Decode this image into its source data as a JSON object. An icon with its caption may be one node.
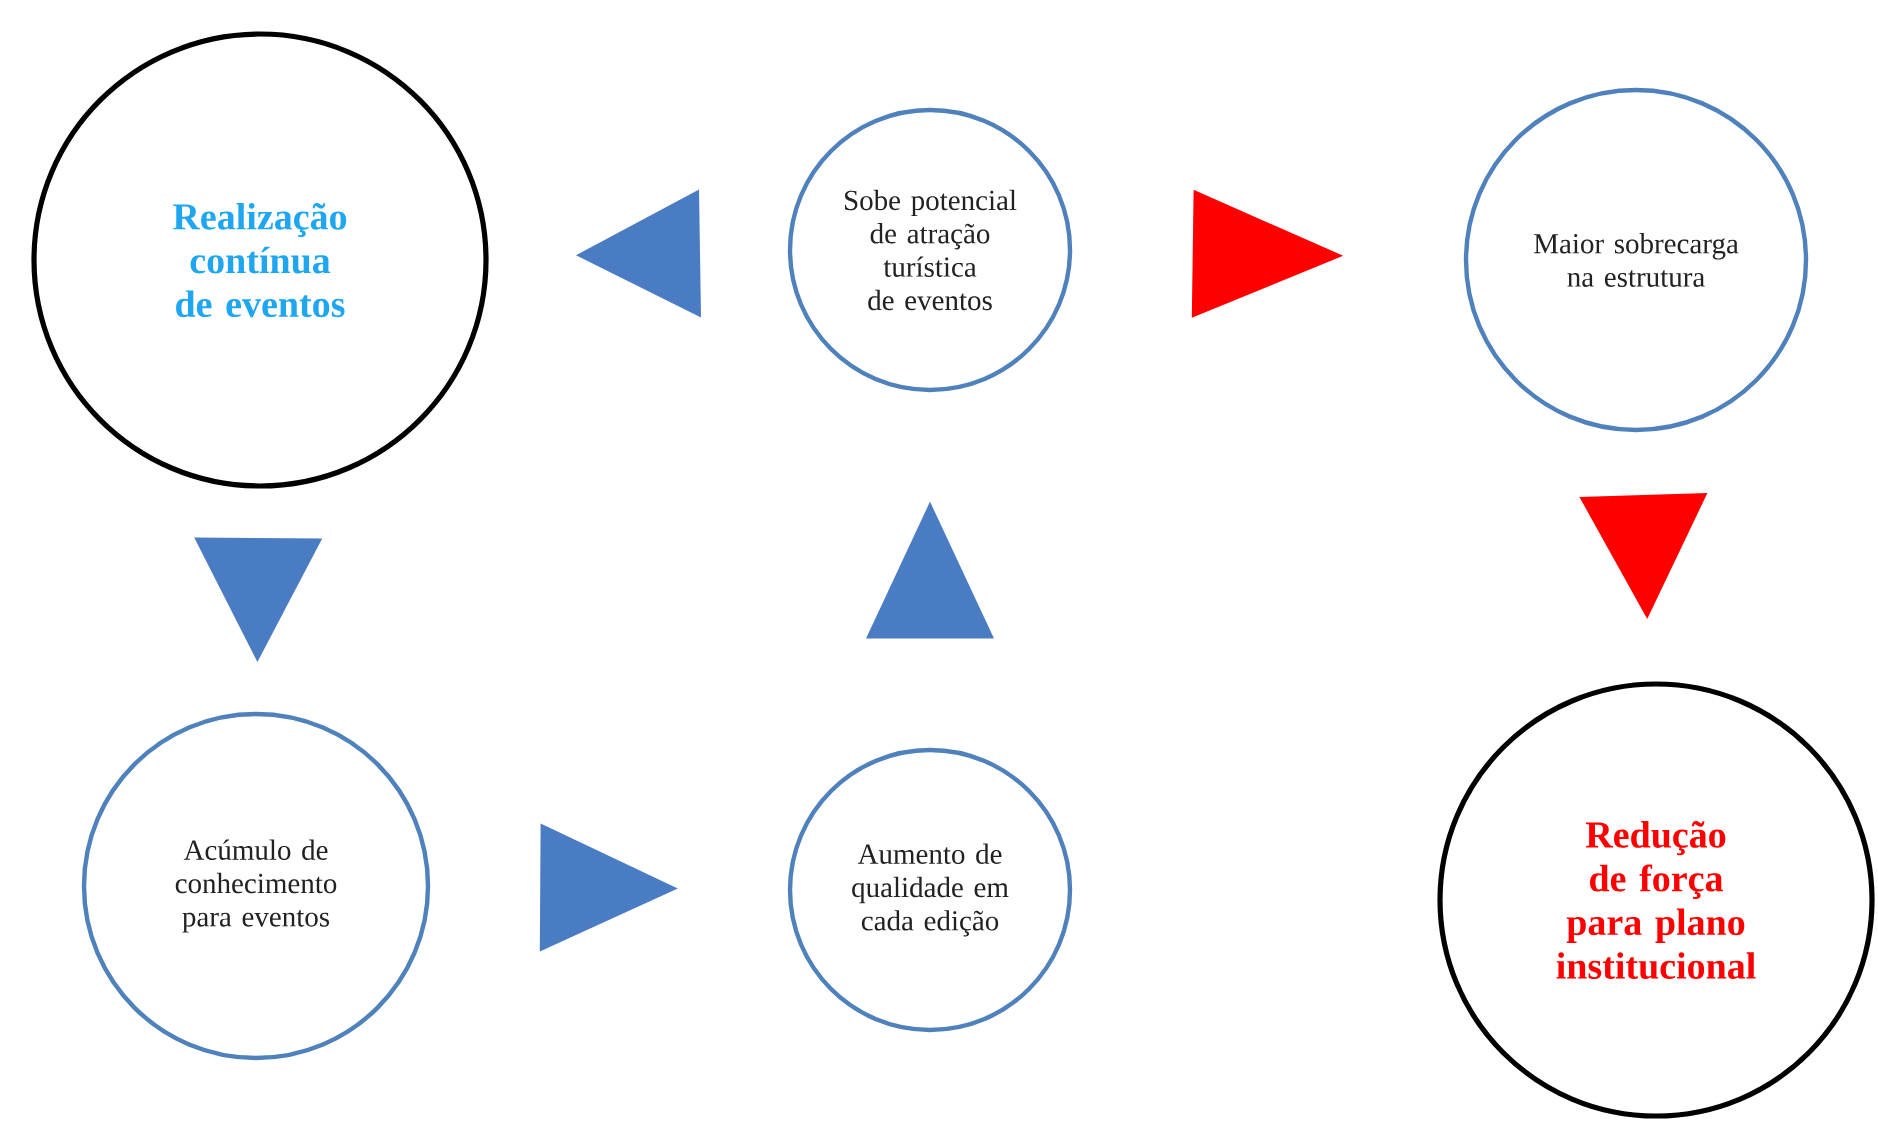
{
  "diagram": {
    "nodes": [
      {
        "text": [
          "Realização contínua de eventos"
        ]
      },
      {
        "text": [
          "Sobe potencial de atração turística de eventos"
        ]
      },
      {
        "text": [
          "Maior sobrecarga na estrutura"
        ]
      },
      {
        "text": [
          "Acúmulo de conhecimento para eventos"
        ]
      },
      {
        "text": [
          "Aumento de qualidade em cada edição"
        ]
      },
      {
        "text": [
          "Redução de força para plano institucional"
        ]
      }
    ],
    "edges": [
      {
        "from": 0,
        "to": 3,
        "arrow": "to"
      },
      {
        "from": 3,
        "to": 4,
        "arrow": "to"
      },
      {
        "from": 4,
        "to": 1,
        "arrow": "to"
      },
      {
        "from": 1,
        "to": 0,
        "arrow": "to"
      },
      {
        "from": 1,
        "to": 2,
        "arrow": "to",
        "color": "#ff0000"
      },
      {
        "from": 2,
        "to": 5,
        "arrow": "to",
        "color": "#ff0000"
      }
    ]
  }
}
